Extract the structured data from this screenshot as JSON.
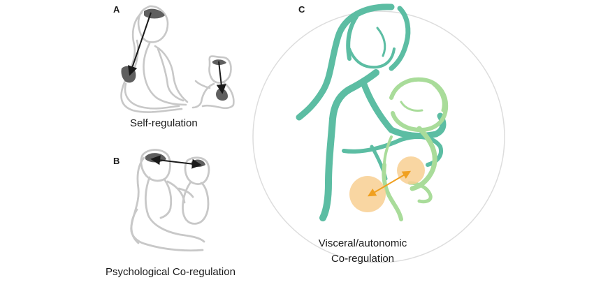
{
  "panels": {
    "a": {
      "letter": "A",
      "caption": "Self-regulation"
    },
    "b": {
      "letter": "B",
      "caption": "Psychological Co-regulation"
    },
    "c": {
      "letter": "C",
      "caption_line1": "Visceral/autonomic",
      "caption_line2": "Co-regulation"
    }
  },
  "colors": {
    "gray_outline": "#c8c8c8",
    "gray_fill": "#5f5f5f",
    "arrow_dark": "#1a1a1a",
    "teal": "#5cbda3",
    "light_green": "#a9dc9a",
    "orange_fill": "#f8cf92",
    "orange_arrow": "#f0a020",
    "circle_outline": "#dddddd"
  }
}
